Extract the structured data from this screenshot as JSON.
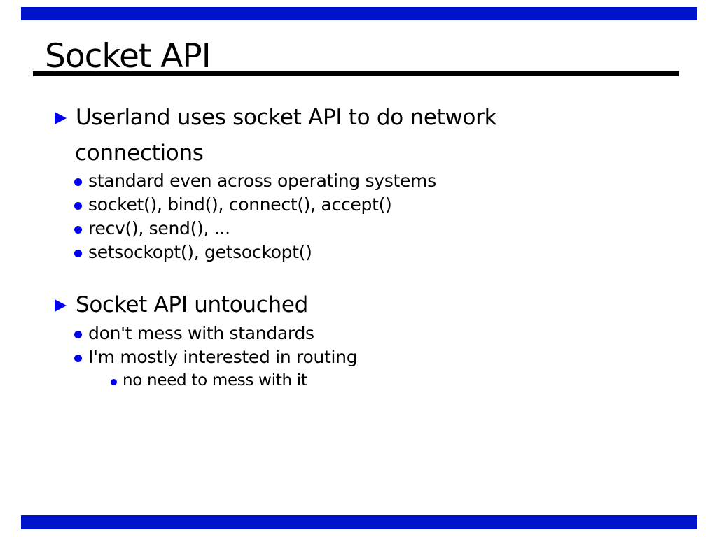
{
  "slide": {
    "title": "Socket API",
    "colors": {
      "bar_blue": "#0013cc",
      "bullet_blue": "#0000ee",
      "text_black": "#000000"
    },
    "bullets": {
      "block1": {
        "line1": "Userland uses socket API to do network",
        "line2": "connections",
        "sub": [
          "standard even across operating systems",
          "socket(), bind(), connect(), accept()",
          "recv(), send(), ...",
          "setsockopt(), getsockopt()"
        ]
      },
      "block2": {
        "line1": "Socket API untouched",
        "sub": [
          "don't mess with standards",
          "I'm mostly interested in routing"
        ],
        "subsub": [
          "no need to mess with it"
        ]
      }
    }
  }
}
